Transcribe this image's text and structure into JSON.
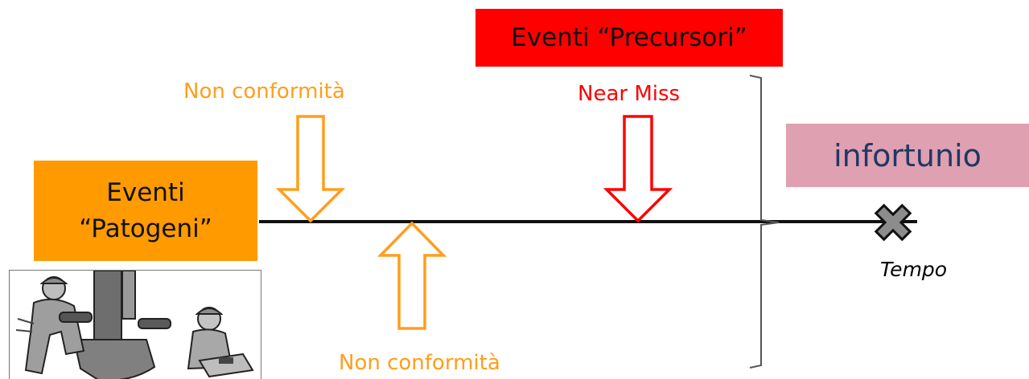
{
  "colors": {
    "precursori_box": "#ff0000",
    "infortunio_box": "#dfa0b1",
    "patogeni_box": "#ff9a00",
    "nonconformita": "#ff9e1b",
    "near_miss": "#ff0000",
    "infortunio_text": "#1f3864",
    "timeline": "#111111",
    "cross": "#8c8c8c"
  },
  "precursori": {
    "label": "Eventi “Precursori”"
  },
  "infortunio": {
    "label": "infortunio"
  },
  "patogeni": {
    "line1": "Eventi",
    "line2": "“Patogeni”"
  },
  "arrows": {
    "nonconformita_top": "Non conformità",
    "near_miss": "Near Miss",
    "nonconformita_bottom": "Non conformità"
  },
  "timeline": {
    "end_label": "Tempo"
  },
  "illustration": {
    "icon": "workers-illustration"
  }
}
